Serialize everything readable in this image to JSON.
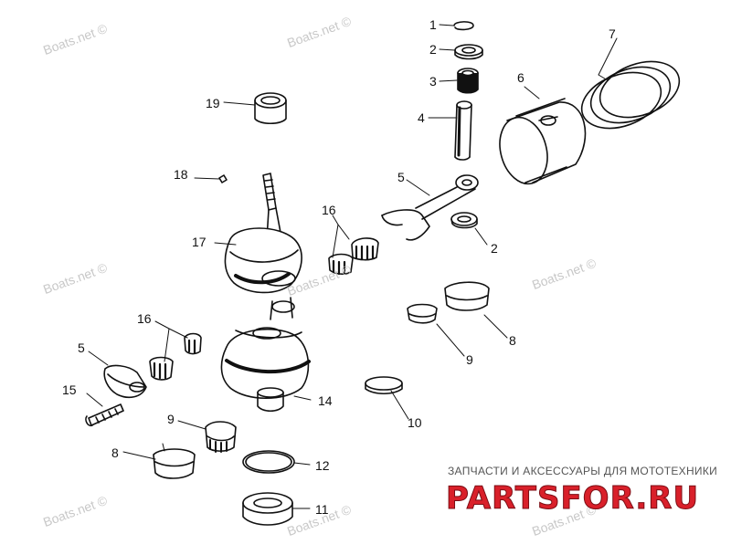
{
  "watermark": "Boats.net ©",
  "callouts": {
    "c1": "1",
    "c2a": "2",
    "c3": "3",
    "c4": "4",
    "c5a": "5",
    "c6": "6",
    "c7": "7",
    "c19": "19",
    "c18": "18",
    "c16a": "16",
    "c17": "17",
    "c2b": "2",
    "c8a": "8",
    "c9a": "9",
    "c16b": "16",
    "c5b": "5",
    "c15": "15",
    "c14": "14",
    "c10": "10",
    "c9b": "9",
    "c8b": "8",
    "c12": "12",
    "c11": "11"
  },
  "brand": {
    "tagline": "ЗАПЧАСТИ И АКСЕССУАРЫ ДЛЯ МОТОТЕХНИКИ",
    "logo": "PARTSFOR.RU",
    "logo_color": "#d9202a",
    "logo_outline": "#7a0d14"
  },
  "colors": {
    "ink": "#111111",
    "watermark": "#c8c8c8"
  }
}
